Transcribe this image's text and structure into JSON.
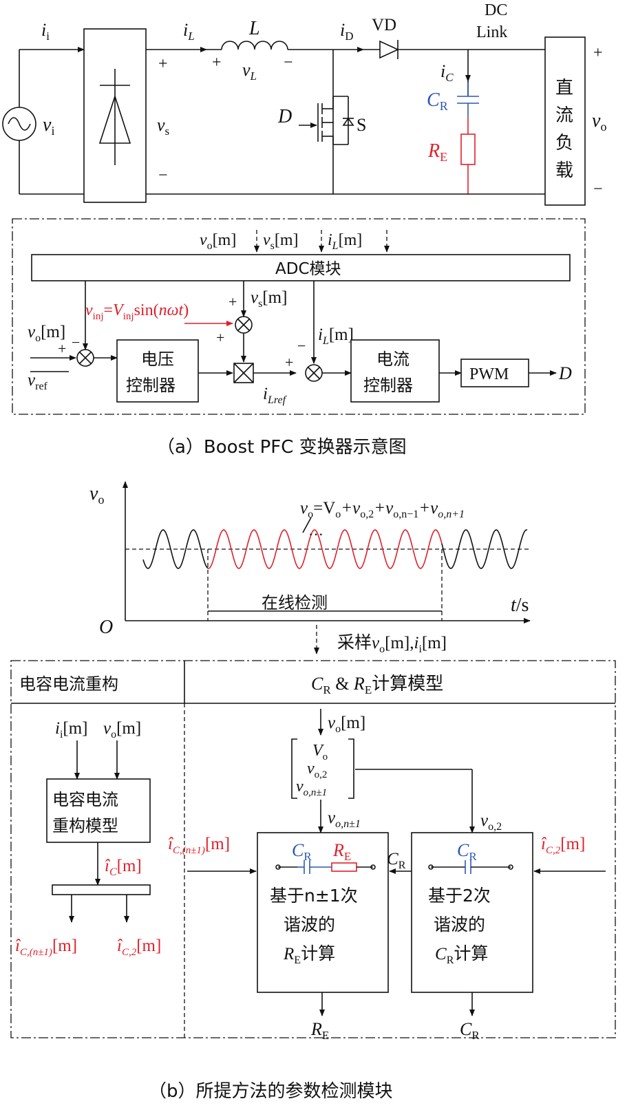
{
  "circuit": {
    "i_i": "i",
    "i_i_sub": "i",
    "v_i": "v",
    "v_i_sub": "i",
    "v_s": "v",
    "v_s_sub": "s",
    "plus": "+",
    "minus": "−",
    "i_L": "i",
    "i_L_sub": "L",
    "L": "L",
    "v_L": "v",
    "v_L_sub": "L",
    "i_D": "i",
    "i_D_sub": "D",
    "VD": "VD",
    "dc1": "DC",
    "dc2": "Link",
    "i_C": "i",
    "i_C_sub": "C",
    "C_R": "C",
    "C_R_sub": "R",
    "R_E": "R",
    "R_E_sub": "E",
    "D": "D",
    "S": "S",
    "load": [
      "直",
      "流",
      "负",
      "载"
    ],
    "v_o": "v",
    "v_o_sub": "o"
  },
  "control": {
    "adc_inputs": [
      "v",
      "o",
      "[m]",
      "v",
      "s",
      "[m]",
      "i",
      "L",
      "[m]"
    ],
    "adc_label": "ADC模块",
    "vs_m": "v",
    "vs_m_sub": "s",
    "vs_m_idx": "[m]",
    "vinj": "v",
    "vinj_sub": "inj",
    "vinj_eq": "=",
    "Vinj": "V",
    "Vinj_sub": "inj",
    "vinj_sin": "sin(",
    "vinj_arg": "nωt",
    "vinj_close": ")",
    "vo_m": "v",
    "vo_m_sub": "o",
    "vo_m_idx": "[m]",
    "iL_m": "i",
    "iL_m_sub": "L",
    "iL_m_idx": "[m]",
    "vref": "v",
    "vref_sub": "ref",
    "iLref": "i",
    "iLref_sub": "Lref",
    "voltage_ctrl": [
      "电压",
      "控制器"
    ],
    "current_ctrl": [
      "电流",
      "控制器"
    ],
    "pwm": "PWM",
    "D_out": "D",
    "plus": "+",
    "minus": "−"
  },
  "caption_a": "（a）Boost PFC 变换器示意图",
  "waveform": {
    "ylabel": "v",
    "ylabel_sub": "o",
    "eq_parts": [
      "v",
      "o",
      "=V",
      "o",
      "+v",
      "o,2",
      "+v",
      "o,n−1",
      "+v",
      "o,n+1"
    ],
    "dots": "···",
    "origin": "O",
    "xlabel_t": "t",
    "xlabel_s": "/s",
    "online": "在线检测",
    "sample_parts": [
      "采样",
      "v",
      "o",
      "[m],",
      "i",
      "i",
      "[m]"
    ]
  },
  "detect": {
    "left_title": "电容电流重构",
    "right_title_parts": [
      "C",
      "R",
      " & ",
      "R",
      "E",
      "计算模型"
    ],
    "in_ii": [
      "i",
      "i",
      "[m]"
    ],
    "in_vo": [
      "v",
      "o",
      "[m]"
    ],
    "recon_box": [
      "电容电流",
      "重构模型"
    ],
    "ic_hat": [
      "î",
      "C",
      "[m]"
    ],
    "out1": [
      "î",
      "C,(n±1)",
      "[m]"
    ],
    "out2": [
      "î",
      "C,2",
      "[m]"
    ],
    "vo_in": [
      "v",
      "o",
      "[m]"
    ],
    "vec": [
      [
        "V",
        "o"
      ],
      [
        "v",
        "o,2"
      ],
      [
        "v",
        "o,n±1"
      ]
    ],
    "vo_n1": [
      "v",
      "o,n±1"
    ],
    "vo_2": [
      "v",
      "o,2"
    ],
    "ic_n1_in": [
      "î",
      "C,(n±1)",
      "[m]"
    ],
    "ic_2_in": [
      "î",
      "C,2",
      "[m]"
    ],
    "cr_link": [
      "C",
      "R"
    ],
    "box_re": [
      "基于n±1次",
      "谐波的",
      "计算"
    ],
    "box_re_R": [
      "R",
      "E"
    ],
    "box_cr": [
      "基于2次",
      "谐波的",
      "计算"
    ],
    "box_cr_C": [
      "C",
      "R"
    ],
    "out_re": [
      "R",
      "E"
    ],
    "out_cr": [
      "C",
      "R"
    ],
    "cr_sym": [
      "C",
      "R"
    ],
    "re_sym": [
      "R",
      "E"
    ]
  },
  "caption_b": "（b）所提方法的参数检测模块",
  "chart_data": {
    "type": "line",
    "title": "",
    "xlabel": "t/s",
    "ylabel": "vo",
    "series": [
      {
        "name": "",
        "values": []
      }
    ]
  }
}
